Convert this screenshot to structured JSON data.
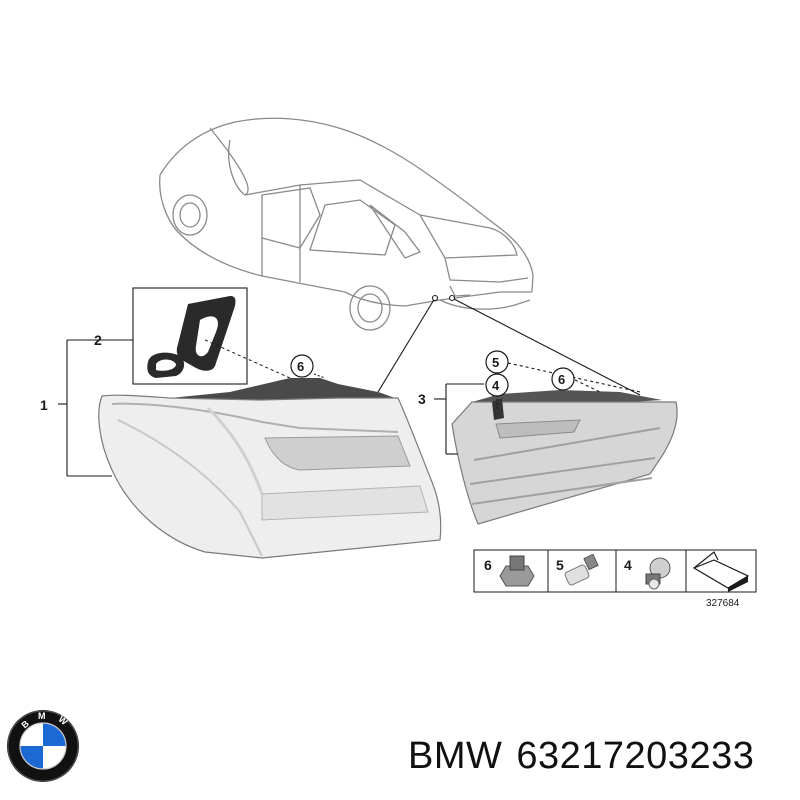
{
  "callouts": {
    "c1": "1",
    "c2": "2",
    "c3": "3",
    "c4": "4",
    "c5": "5",
    "c6": "6"
  },
  "legend": {
    "items": [
      {
        "label": "6",
        "icon": "nut-icon"
      },
      {
        "label": "5",
        "icon": "bulb-icon"
      },
      {
        "label": "4",
        "icon": "bulb-holder-icon"
      },
      {
        "label": "",
        "icon": "gasket-shape-icon"
      }
    ],
    "part_code": "327684"
  },
  "footer": {
    "brand": "BMW",
    "part_number": "63217203233",
    "logo_text": "BMW"
  },
  "colors": {
    "line": "#1a1a1a",
    "lens_gray": "#d8d8d8",
    "housing_dark": "#4a4a4a",
    "logo_blue": "#1c69d4",
    "logo_black": "#111111"
  }
}
